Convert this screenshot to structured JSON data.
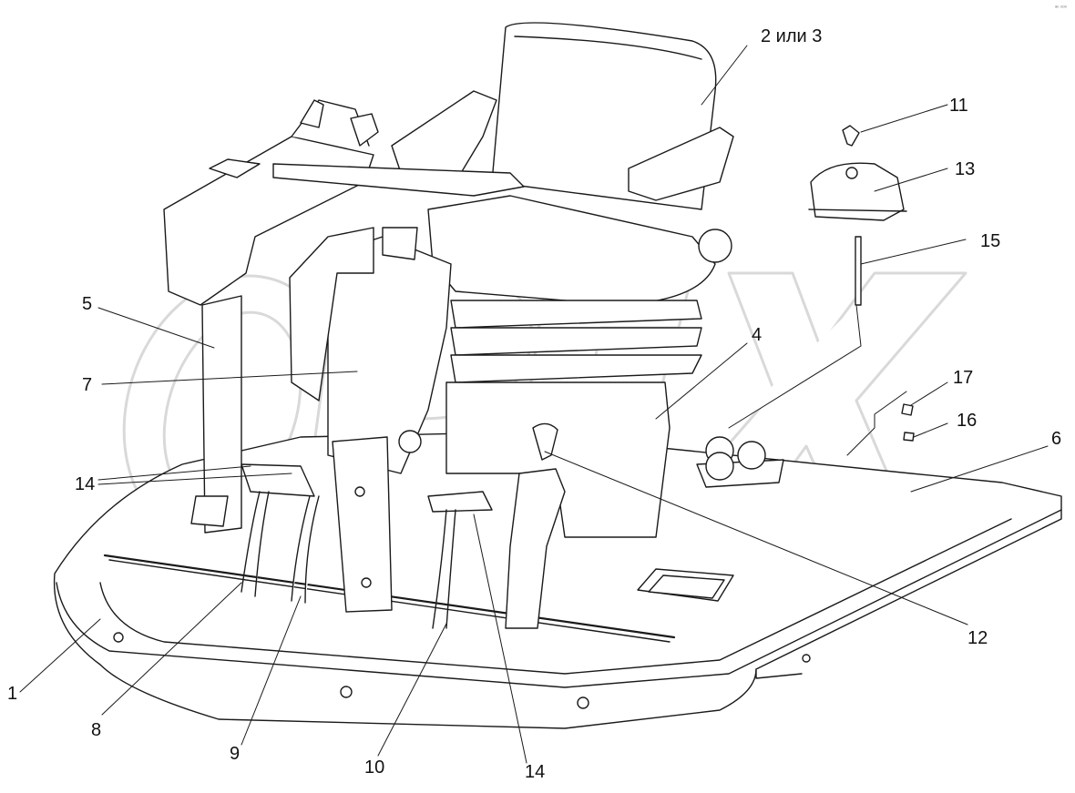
{
  "diagram": {
    "corner_mark": "ᵃⁿ ᵒᵒᵒ",
    "watermark": "OPEX",
    "callouts": [
      {
        "id": "c-2-3",
        "label": "2 или 3"
      },
      {
        "id": "c-11",
        "label": "11"
      },
      {
        "id": "c-13",
        "label": "13"
      },
      {
        "id": "c-15",
        "label": "15"
      },
      {
        "id": "c-5",
        "label": "5"
      },
      {
        "id": "c-4",
        "label": "4"
      },
      {
        "id": "c-7",
        "label": "7"
      },
      {
        "id": "c-17",
        "label": "17"
      },
      {
        "id": "c-16",
        "label": "16"
      },
      {
        "id": "c-6",
        "label": "6"
      },
      {
        "id": "c-14a",
        "label": "14"
      },
      {
        "id": "c-12",
        "label": "12"
      },
      {
        "id": "c-1",
        "label": "1"
      },
      {
        "id": "c-8",
        "label": "8"
      },
      {
        "id": "c-9",
        "label": "9"
      },
      {
        "id": "c-10",
        "label": "10"
      },
      {
        "id": "c-14b",
        "label": "14"
      }
    ]
  },
  "colors": {
    "line": "#1a1a1a",
    "fill": "#ffffff",
    "watermark": "#d9d9d9"
  }
}
